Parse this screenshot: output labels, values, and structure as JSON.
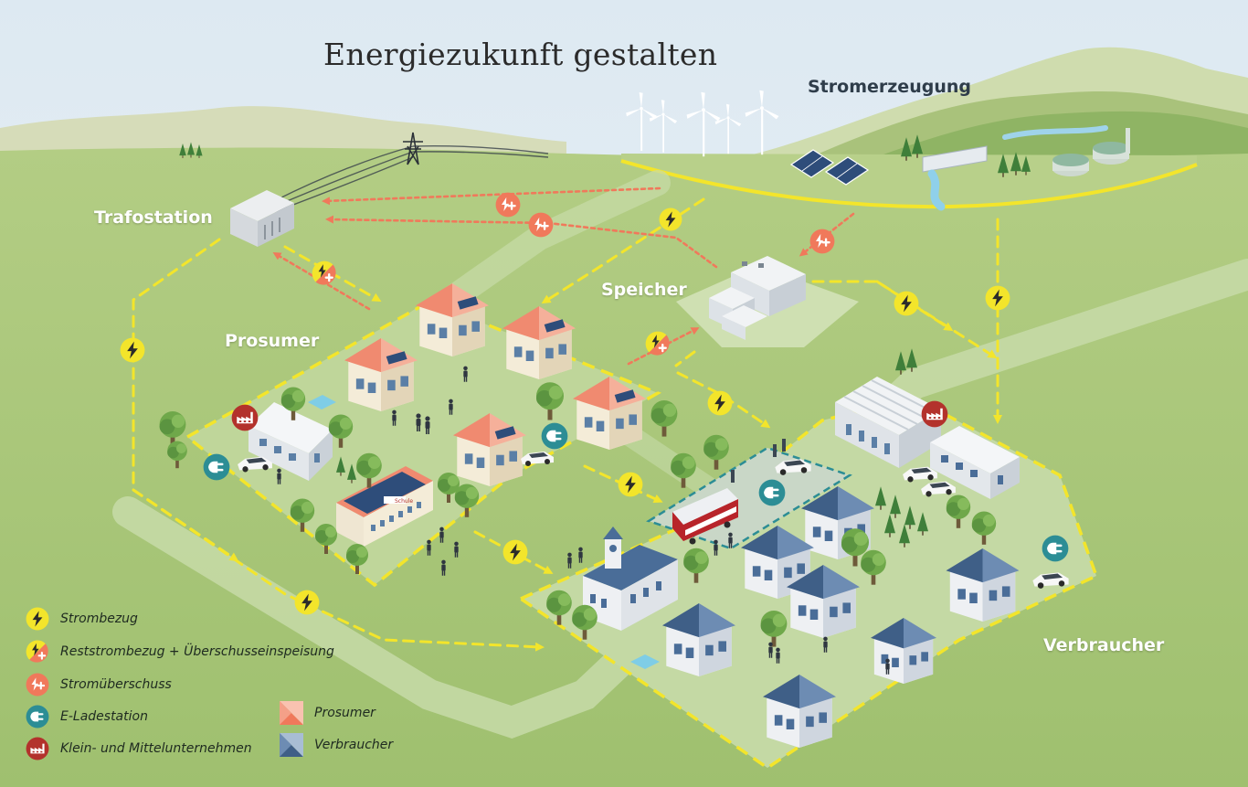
{
  "title": "Energiezukunft gestalten",
  "labels": {
    "stromerzeugung": "Stromerzeugung",
    "trafostation": "Trafostation",
    "speicher": "Speicher",
    "prosumer": "Prosumer",
    "verbraucher": "Verbraucher"
  },
  "building_signs": {
    "school": "Schule"
  },
  "legend": {
    "strombezug": "Strombezug",
    "reststrombezug": "Reststrombezug + Überschusseinspeisung",
    "stromueberschuss": "Stromüberschuss",
    "e_ladestation": "E-Ladestation",
    "unternehmen": "Klein- und Mittelunternehmen",
    "prosumer": "Prosumer",
    "verbraucher": "Verbraucher"
  },
  "colors": {
    "sky": "#eaf2f7",
    "grass": "#a9c77a",
    "energy_yellow": "#f3e52b",
    "surplus_orange": "#f0795b",
    "charging_teal": "#2c8d95",
    "business_red": "#b3322c",
    "prosumer_roof": "#f08a70",
    "consumer_roof": "#4a6d98"
  },
  "icons": {
    "strombezug": "lightning-icon",
    "reststrombezug": "lightning-plus-split-icon",
    "stromueberschuss": "lightning-plus-icon",
    "e_ladestation": "ev-plug-icon",
    "unternehmen": "factory-icon"
  }
}
